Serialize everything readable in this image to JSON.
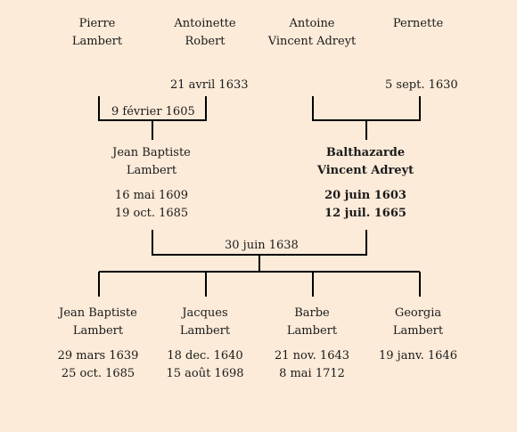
{
  "grandparents": {
    "paternal_father": {
      "first": "Pierre",
      "last": "Lambert"
    },
    "paternal_mother": {
      "first": "Antoinette",
      "last": "Robert",
      "date": "21 avril 1633"
    },
    "maternal_father": {
      "first": "Antoine",
      "last": "Vincent Adreyt"
    },
    "maternal_mother": {
      "first": "Pernette",
      "date": "5 sept. 1630"
    }
  },
  "paternal_marriage": "9 février 1605",
  "parents": {
    "father": {
      "first": "Jean Baptiste",
      "last": "Lambert",
      "birth": "16 mai 1609",
      "death": "19 oct. 1685"
    },
    "mother": {
      "first": "Balthazarde",
      "last": "Vincent Adreyt",
      "birth": "20 juin 1603",
      "death": "12 juil. 1665"
    }
  },
  "parents_marriage": "30 juin 1638",
  "children": [
    {
      "first": "Jean Baptiste",
      "last": "Lambert",
      "birth": "29 mars 1639",
      "death": "25 oct. 1685"
    },
    {
      "first": "Jacques",
      "last": "Lambert",
      "birth": "18 dec. 1640",
      "death": "15 août 1698"
    },
    {
      "first": "Barbe",
      "last": "Lambert",
      "birth": "21 nov. 1643",
      "death": "8 mai 1712"
    },
    {
      "first": "Georgia",
      "last": "Lambert",
      "birth": "19 janv. 1646",
      "death": ""
    }
  ],
  "colors": {
    "background": "#fcebd9",
    "line": "#000000",
    "text": "#1a1a1a"
  }
}
